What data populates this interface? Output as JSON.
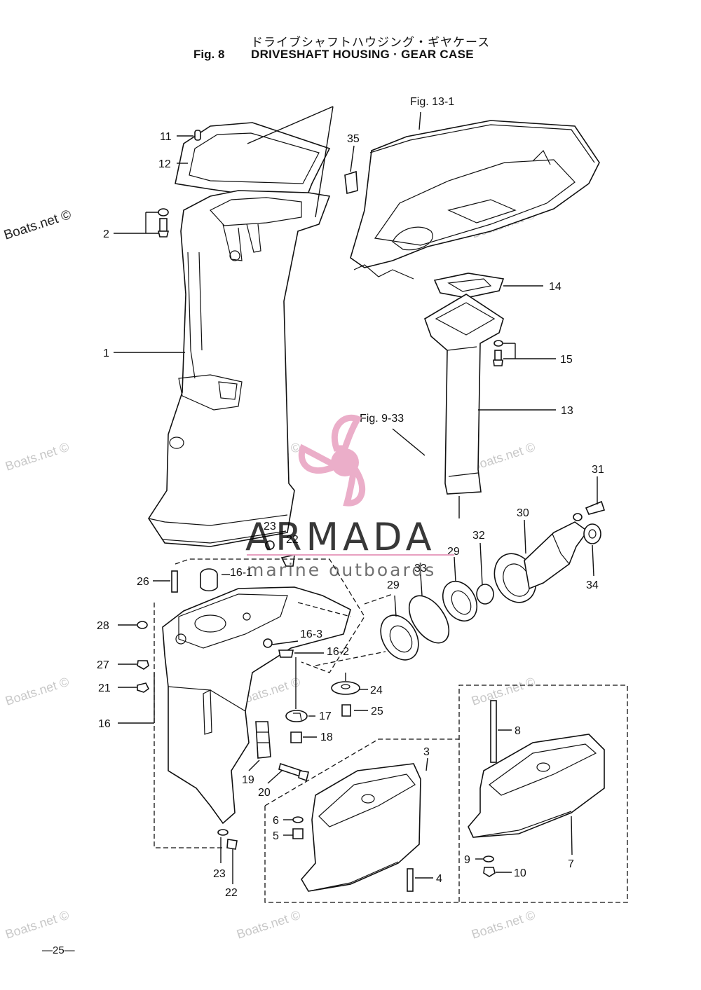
{
  "header": {
    "title_jp": "ドライブシャフトハウジング・ギヤケース",
    "fig_label": "Fig. 8",
    "title_en": "DRIVESHAFT HOUSING · GEAR CASE"
  },
  "page_number": "—25—",
  "watermark": {
    "text": "Boats.net ©",
    "color": "#c8c8c8"
  },
  "logo": {
    "brand": "ARMADA",
    "tagline": "marine outboards",
    "color": "#e8a0c0"
  },
  "fig_refs": {
    "fig13": "Fig. 13-1",
    "fig9": "Fig. 9-33"
  },
  "callouts": {
    "c1": "1",
    "c2": "2",
    "c3": "3",
    "c4": "4",
    "c5": "5",
    "c6": "6",
    "c7": "7",
    "c8": "8",
    "c9": "9",
    "c10": "10",
    "c11": "11",
    "c12": "12",
    "c13": "13",
    "c14": "14",
    "c15": "15",
    "c16": "16",
    "c16_1": "16-1",
    "c16_2": "16-2",
    "c16_3": "16-3",
    "c17": "17",
    "c18": "18",
    "c19": "19",
    "c20": "20",
    "c21": "21",
    "c22a": "22",
    "c22b": "22",
    "c23a": "23",
    "c23b": "23",
    "c24": "24",
    "c25": "25",
    "c26": "26",
    "c27": "27",
    "c28": "28",
    "c29a": "29",
    "c29b": "29",
    "c30": "30",
    "c31": "31",
    "c32": "32",
    "c33": "33",
    "c34": "34",
    "c35": "35"
  }
}
